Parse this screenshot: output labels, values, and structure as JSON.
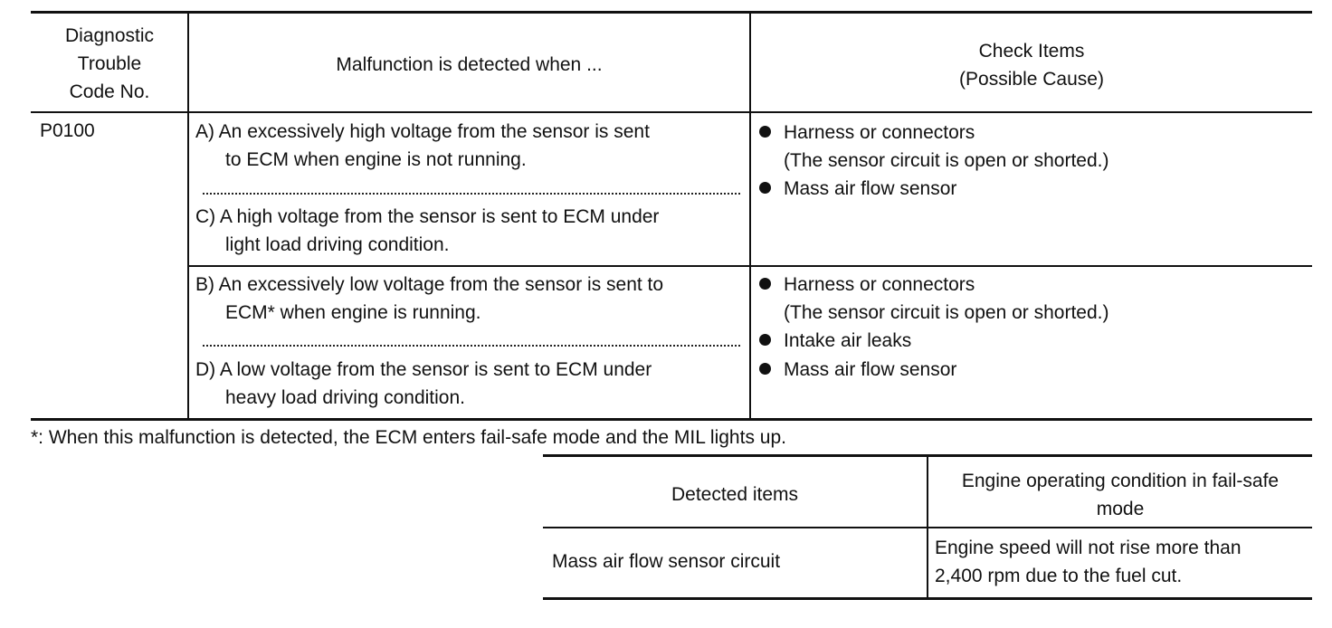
{
  "main_table": {
    "headers": {
      "code_line1": "Diagnostic",
      "code_line2": "Trouble",
      "code_line3": "Code No.",
      "malfunction": "Malfunction is detected when ...",
      "check_line1": "Check Items",
      "check_line2": "(Possible Cause)"
    },
    "rows": [
      {
        "code": "P0100",
        "cond_a_line1": "A) An excessively high voltage from the sensor is sent",
        "cond_a_line2": "to ECM when engine is not running.",
        "cond_c_line1": "C) A high voltage from the sensor is sent to ECM under",
        "cond_c_line2": "light load driving condition.",
        "check1_line1": "Harness or connectors",
        "check1_line2": "(The sensor circuit is open or shorted.)",
        "check2": "Mass air flow sensor"
      },
      {
        "cond_b_line1": "B) An excessively low voltage from the sensor is sent to",
        "cond_b_line2": "ECM* when engine is running.",
        "cond_d_line1": "D) A low voltage from the sensor is sent to ECM under",
        "cond_d_line2": "heavy load driving condition.",
        "check1_line1": "Harness or connectors",
        "check1_line2": "(The sensor circuit is open or shorted.)",
        "check2": "Intake air leaks",
        "check3": "Mass air flow sensor"
      }
    ]
  },
  "footnote": "*: When this malfunction is detected, the ECM enters fail-safe mode and the MIL lights up.",
  "failsafe_table": {
    "header_detected": "Detected items",
    "header_condition_line1": "Engine operating condition in fail-safe",
    "header_condition_line2": "mode",
    "row_item": "Mass air flow sensor circuit",
    "row_condition_line1": "Engine speed will not rise more than",
    "row_condition_line2": "2,400 rpm due to the fuel cut."
  }
}
